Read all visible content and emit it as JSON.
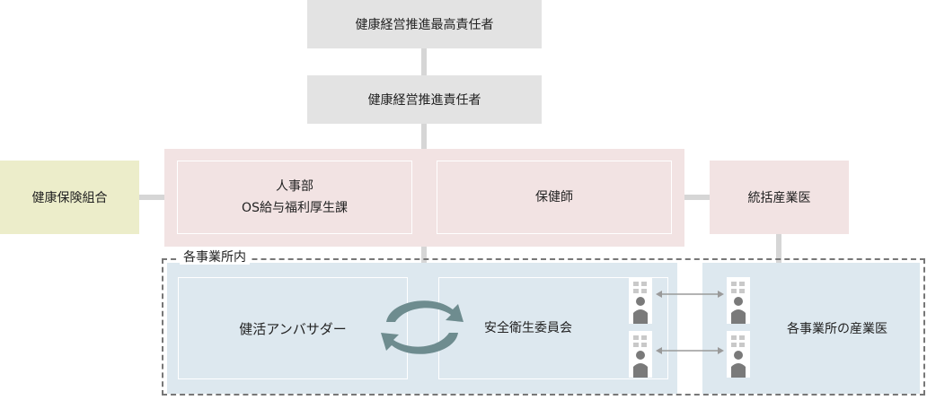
{
  "nodes": {
    "top": "健康経営推進最高責任者",
    "second": "健康経営推進責任者",
    "insurance": "健康保険組合",
    "hr_line1": "人事部",
    "hr_line2": "OS給与福利厚生課",
    "nurse": "保健師",
    "general_doctor": "統括産業医",
    "site_label": "各事業所内",
    "ambassador": "健活アンバサダー",
    "committee": "安全衛生委員会",
    "site_doctor": "各事業所の産業医"
  },
  "colors": {
    "gray": "#e3e3e3",
    "insurance": "#ecedca",
    "pink": "#f2e3e3",
    "blue": "#dde8ef",
    "connector": "#d6d6d6",
    "cycle_arrow": "#6e8c8f"
  },
  "icons": [
    "building-person-icon",
    "cycle-arrows-icon",
    "double-arrow-icon"
  ]
}
